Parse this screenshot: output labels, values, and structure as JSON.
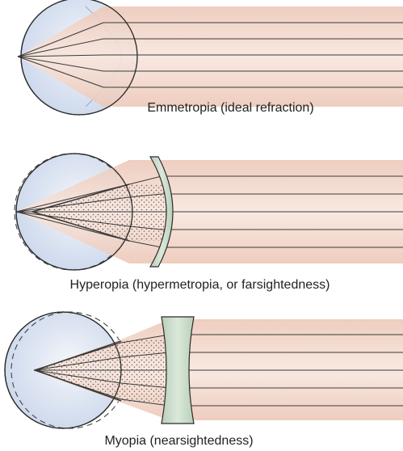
{
  "captions": {
    "emmetropia": "Emmetropia (ideal refraction)",
    "hyperopia": "Hyperopia (hypermetropia, or farsightedness)",
    "myopia": "Myopia (nearsightedness)"
  },
  "colors": {
    "light_beam": "#f1d9cd",
    "light_beam_edge": "#e6c3b3",
    "eye_fill": "#dbe4f2",
    "eye_outline": "#2b2b2b",
    "lens": "#c9dbc9",
    "focus_stipple": "#3a2e2e",
    "ray_line": "#3a3a3a"
  },
  "icons": [
    "eye-icon",
    "convex-lens-icon",
    "concave-lens-icon"
  ]
}
